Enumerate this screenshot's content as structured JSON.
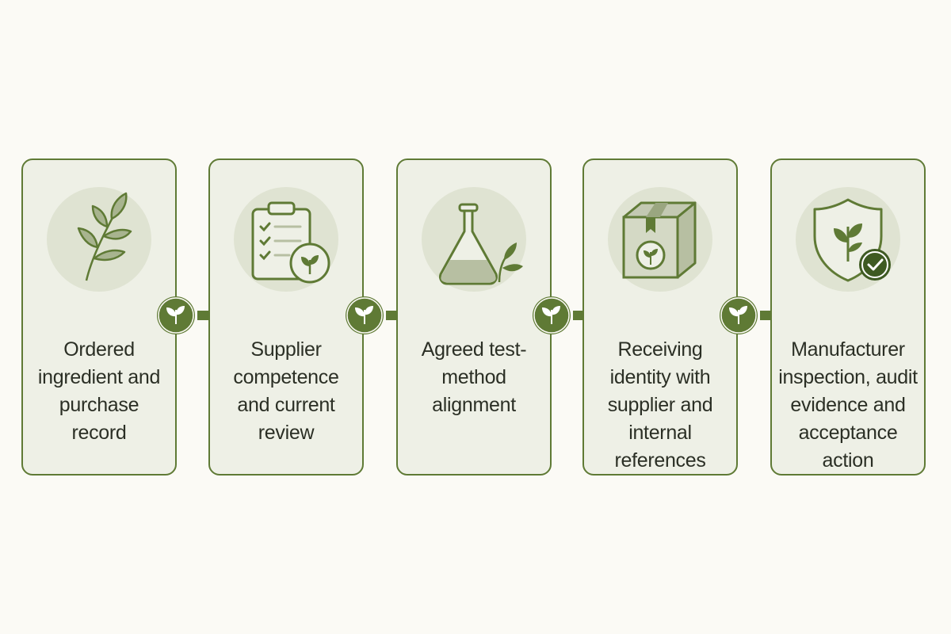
{
  "colors": {
    "accent": "#5f7a35",
    "background": "#fbfaf5",
    "card": "#eef0e6",
    "icon_bg": "#dfe3d2"
  },
  "steps": [
    {
      "label": "Ordered ingredient and purchase record",
      "icon": "leaf-branch-icon"
    },
    {
      "label": "Supplier competence and current review",
      "icon": "clipboard-checklist-icon"
    },
    {
      "label": "Agreed test-method alignment",
      "icon": "flask-leaf-icon"
    },
    {
      "label": "Receiving identity with supplier and internal references",
      "icon": "package-box-icon"
    },
    {
      "label": "Manufacturer inspection, audit evidence and acceptance action",
      "icon": "shield-check-icon"
    }
  ],
  "connectors": [
    "leaf-badge-icon",
    "leaf-badge-icon",
    "leaf-badge-icon",
    "leaf-badge-icon"
  ]
}
